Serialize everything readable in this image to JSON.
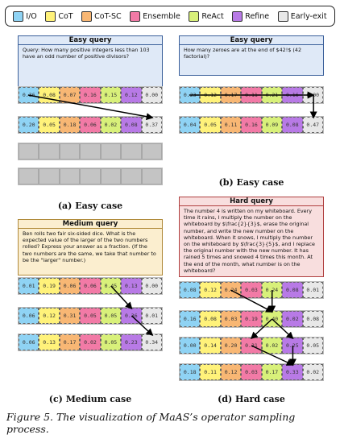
{
  "legend": [
    {
      "label": "I/O",
      "color": "#8fd3f4"
    },
    {
      "label": "CoT",
      "color": "#fff27a"
    },
    {
      "label": "CoT-SC",
      "color": "#f8b774"
    },
    {
      "label": "Ensemble",
      "color": "#f27aa6"
    },
    {
      "label": "ReAct",
      "color": "#d8f07a"
    },
    {
      "label": "Refine",
      "color": "#b87ae6"
    },
    {
      "label": "Early-exit",
      "color": "#e8e8e8"
    }
  ],
  "panels": [
    {
      "id": "easy-a",
      "caption": "(a) Easy case",
      "query_title": "Easy query",
      "query_bg": "#dfe9f7",
      "query_border": "#3a5f9a",
      "query_text": "Query: How many positive integers less than 103 have an odd number of positive divisors?",
      "rows": [
        {
          "values": [
            "0.36",
            "0.08",
            "0.07",
            "0.16",
            "0.15",
            "0.12",
            "0.00"
          ]
        },
        {
          "values": [
            "0.20",
            "0.05",
            "0.18",
            "0.06",
            "0.02",
            "0.08",
            "0.37"
          ]
        },
        {
          "values": [
            "",
            "",
            "",
            "",
            "",
            "",
            ""
          ],
          "grey": true
        },
        {
          "values": [
            "",
            "",
            "",
            "",
            "",
            "",
            ""
          ],
          "grey": true
        }
      ]
    },
    {
      "id": "easy-b",
      "caption": "(b) Easy case",
      "query_title": "Easy query",
      "query_bg": "#dfe9f7",
      "query_border": "#3a5f9a",
      "query_text": "How many zeroes are at the end of $42!$ (42 factorial)?",
      "rows": [
        {
          "values": [
            "0.23",
            "0.12",
            "0.17",
            "0.11",
            "0.21",
            "0.16",
            "0.00"
          ]
        },
        {
          "values": [
            "0.04",
            "0.05",
            "0.11",
            "0.16",
            "0.09",
            "0.08",
            "0.47"
          ]
        }
      ]
    },
    {
      "id": "medium-c",
      "caption": "(c) Medium case",
      "query_title": "Medium query",
      "query_bg": "#fbeecf",
      "query_border": "#b08a3a",
      "query_text": "Ben rolls two fair six-sided dice. What is the expected value of the larger of the two numbers rolled? Express your answer as a fraction. (If the two numbers are the same, we take that number to be the \"larger\" number.)",
      "rows": [
        {
          "values": [
            "0.01",
            "0.19",
            "0.06",
            "0.06",
            "0.45",
            "0.13",
            "0.00"
          ]
        },
        {
          "values": [
            "0.06",
            "0.12",
            "0.31",
            "0.05",
            "0.05",
            "0.36",
            "0.01"
          ]
        },
        {
          "values": [
            "0.06",
            "0.13",
            "0.17",
            "0.02",
            "0.05",
            "0.23",
            "0.34"
          ]
        }
      ]
    },
    {
      "id": "hard-d",
      "caption": "(d) Hard case",
      "query_title": "Hard query",
      "query_bg": "#f8dede",
      "query_border": "#b04040",
      "query_text": "The number 4 is written on my whiteboard. Every time it rains, I multiply the number on the whiteboard by $\\frac{2}{3}$, erase the original number, and write the new number on the whiteboard. When it snows, I multiply the number on the whiteboard by $\\frac{3}{5}$, and I replace the original number with the new number. It has rained 5 times and snowed 4 times this month. At the end of the month, what number is on the whiteboard?",
      "rows": [
        {
          "values": [
            "0.08",
            "0.12",
            "0.24",
            "0.03",
            "0.24",
            "0.08",
            "0.01"
          ]
        },
        {
          "values": [
            "0.16",
            "0.08",
            "0.03",
            "0.19",
            "0.40",
            "0.02",
            "0.08"
          ]
        },
        {
          "values": [
            "0.00",
            "0.14",
            "0.20",
            "0.31",
            "0.02",
            "0.25",
            "0.05"
          ]
        },
        {
          "values": [
            "0.18",
            "0.11",
            "0.12",
            "0.03",
            "0.17",
            "0.33",
            "0.02"
          ]
        }
      ]
    }
  ],
  "figure_caption": {
    "label": "Figure 5.",
    "text": " The visualization of MaAS’s operator sampling process."
  }
}
